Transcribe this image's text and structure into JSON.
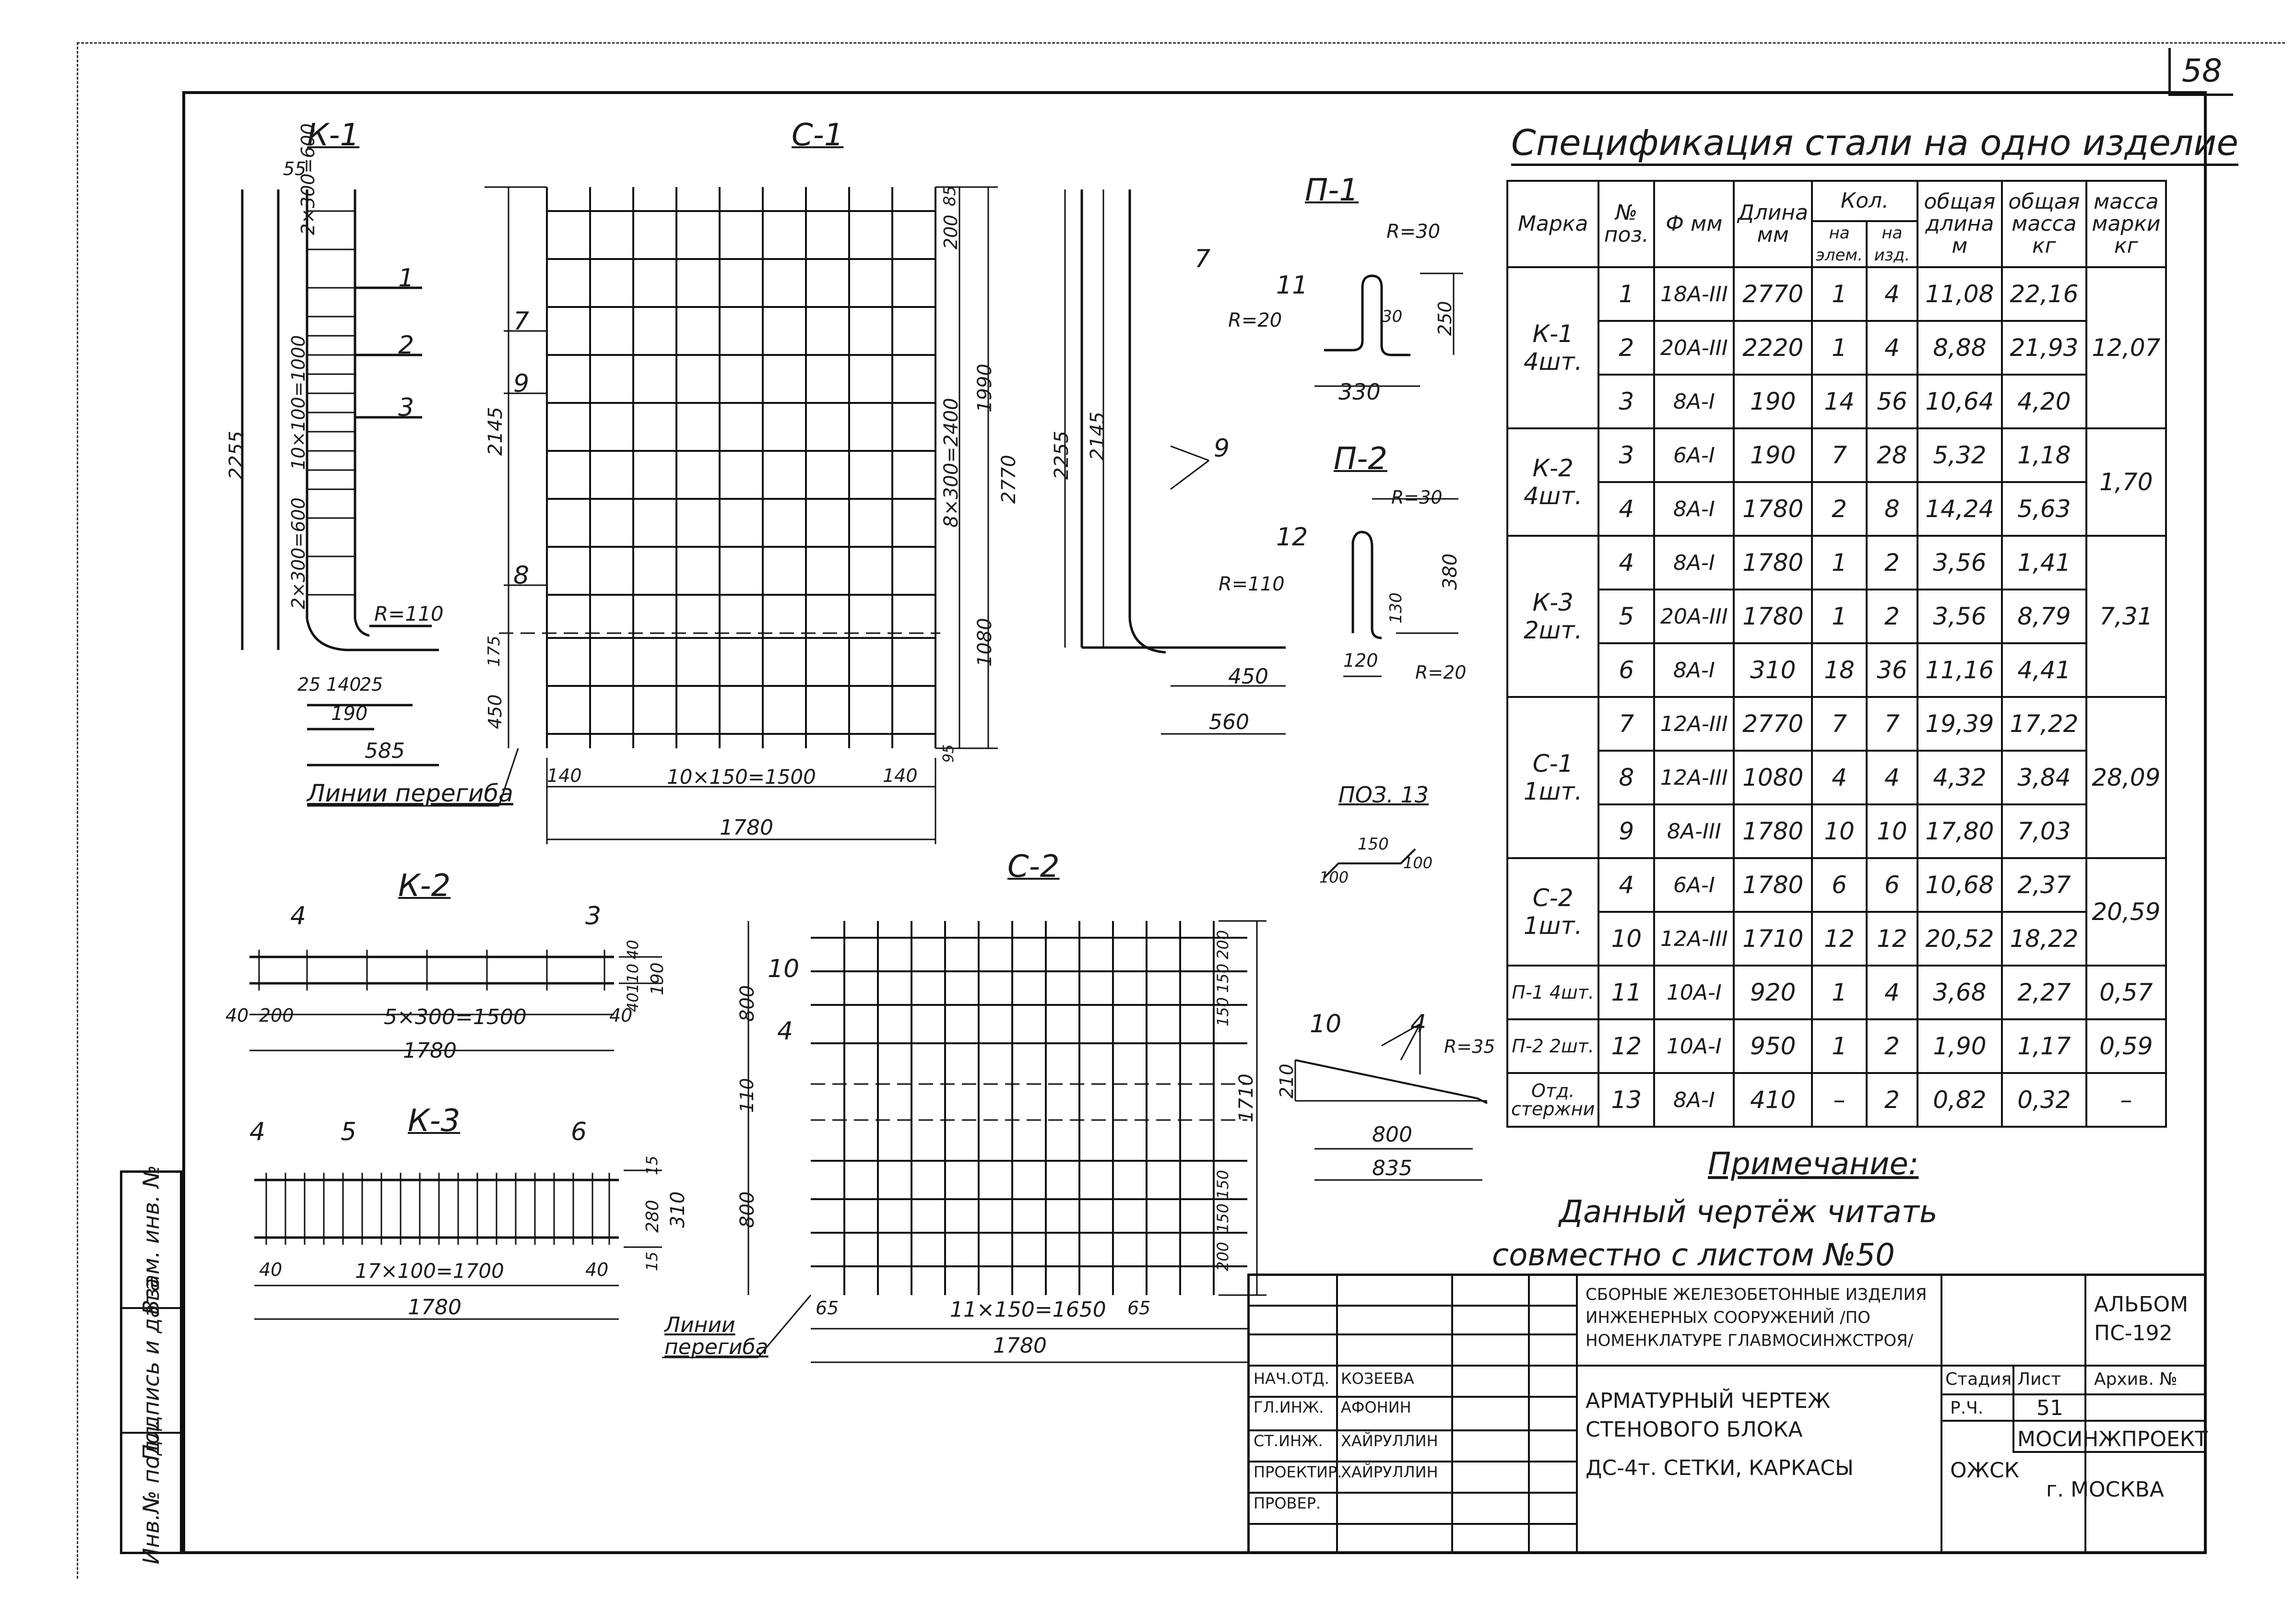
{
  "sheet_number": "58",
  "side_strip": [
    "Инв.№ подл.",
    "Подпись и дата",
    "Взам. инв. №"
  ],
  "views": {
    "k1": {
      "title": "К-1",
      "dims": [
        "55",
        "2×300=600",
        "10×100=1000",
        "2×300=600",
        "2255",
        "R=110",
        "25",
        "140",
        "25",
        "190",
        "585"
      ],
      "marks": [
        "1",
        "2",
        "3"
      ]
    },
    "c1": {
      "title": "С-1",
      "dims": [
        "200",
        "85",
        "1990",
        "8×300=2400",
        "2770",
        "1080",
        "2145",
        "175",
        "450",
        "95",
        "140",
        "10×150=1500",
        "140",
        "1780"
      ],
      "marks": [
        "7",
        "9",
        "8"
      ],
      "bend": "Линии перегиба"
    },
    "side": {
      "dims": [
        "2255",
        "2145",
        "R=110",
        "450",
        "560"
      ],
      "marks": [
        "7",
        "9"
      ]
    },
    "p1": {
      "title": "П-1",
      "dims": [
        "R=30",
        "R=20",
        "30",
        "250",
        "330"
      ],
      "marks": [
        "11"
      ]
    },
    "p2": {
      "title": "П-2",
      "dims": [
        "R=30",
        "380",
        "130",
        "120",
        "R=20"
      ],
      "marks": [
        "12"
      ]
    },
    "poz13": {
      "title": "ПОЗ. 13",
      "dims": [
        "100",
        "150",
        "100"
      ]
    },
    "k2": {
      "title": "К-2",
      "dims": [
        "40",
        "200",
        "5×300=1500",
        "40",
        "1780",
        "40",
        "110",
        "40",
        "190"
      ],
      "marks": [
        "4",
        "3"
      ]
    },
    "k3": {
      "title": "К-3",
      "dims": [
        "40",
        "17×100=1700",
        "40",
        "1780",
        "15",
        "280",
        "15",
        "310"
      ],
      "marks": [
        "4",
        "5",
        "6"
      ]
    },
    "c2": {
      "title": "С-2",
      "dims": [
        "800",
        "110",
        "800",
        "200",
        "150",
        "150",
        "150",
        "150",
        "200",
        "1710",
        "65",
        "11×150=1650",
        "65",
        "1780"
      ],
      "marks": [
        "10",
        "4"
      ],
      "bend": "Линии перегиба"
    },
    "detail": {
      "dims": [
        "210",
        "R=35",
        "800",
        "835"
      ],
      "marks": [
        "10",
        "4"
      ]
    }
  },
  "spec": {
    "title": "Спецификация стали на одно изделие",
    "headers": {
      "marka": "Марка",
      "poz": "№ поз.",
      "phi": "Ф мм",
      "len": "Длина мм",
      "kol": "Кол.",
      "kol_a": "на элем.",
      "kol_b": "на изд.",
      "total_len": "общая длина м",
      "total_mass": "общая масса кг",
      "mark_mass": "масса марки кг"
    },
    "groups": [
      {
        "mark": "К-1",
        "qty": "4шт.",
        "mass": "12,07",
        "rows": [
          [
            "1",
            "18А-III",
            "2770",
            "1",
            "4",
            "11,08",
            "22,16"
          ],
          [
            "2",
            "20А-III",
            "2220",
            "1",
            "4",
            "8,88",
            "21,93"
          ],
          [
            "3",
            "8А-I",
            "190",
            "14",
            "56",
            "10,64",
            "4,20"
          ]
        ]
      },
      {
        "mark": "К-2",
        "qty": "4шт.",
        "mass": "1,70",
        "rows": [
          [
            "3",
            "6А-I",
            "190",
            "7",
            "28",
            "5,32",
            "1,18"
          ],
          [
            "4",
            "8А-I",
            "1780",
            "2",
            "8",
            "14,24",
            "5,63"
          ]
        ]
      },
      {
        "mark": "К-3",
        "qty": "2шт.",
        "mass": "7,31",
        "rows": [
          [
            "4",
            "8А-I",
            "1780",
            "1",
            "2",
            "3,56",
            "1,41"
          ],
          [
            "5",
            "20А-III",
            "1780",
            "1",
            "2",
            "3,56",
            "8,79"
          ],
          [
            "6",
            "8А-I",
            "310",
            "18",
            "36",
            "11,16",
            "4,41"
          ]
        ]
      },
      {
        "mark": "С-1",
        "qty": "1шт.",
        "mass": "28,09",
        "rows": [
          [
            "7",
            "12А-III",
            "2770",
            "7",
            "7",
            "19,39",
            "17,22"
          ],
          [
            "8",
            "12А-III",
            "1080",
            "4",
            "4",
            "4,32",
            "3,84"
          ],
          [
            "9",
            "8А-III",
            "1780",
            "10",
            "10",
            "17,80",
            "7,03"
          ]
        ]
      },
      {
        "mark": "С-2",
        "qty": "1шт.",
        "mass": "20,59",
        "rows": [
          [
            "4",
            "6А-I",
            "1780",
            "6",
            "6",
            "10,68",
            "2,37"
          ],
          [
            "10",
            "12А-III",
            "1710",
            "12",
            "12",
            "20,52",
            "18,22"
          ]
        ]
      },
      {
        "mark": "П-1 4шт.",
        "qty": "",
        "mass": "0,57",
        "rows": [
          [
            "11",
            "10А-I",
            "920",
            "1",
            "4",
            "3,68",
            "2,27"
          ]
        ]
      },
      {
        "mark": "П-2 2шт.",
        "qty": "",
        "mass": "0,59",
        "rows": [
          [
            "12",
            "10А-I",
            "950",
            "1",
            "2",
            "1,90",
            "1,17"
          ]
        ]
      },
      {
        "mark": "Отд. стержни",
        "qty": "",
        "mass": "–",
        "rows": [
          [
            "13",
            "8А-I",
            "410",
            "–",
            "2",
            "0,82",
            "0,32"
          ]
        ]
      }
    ]
  },
  "note": {
    "title": "Примечание:",
    "line1": "Данный чертёж читать",
    "line2": "совместно с листом №50"
  },
  "title_block": {
    "project": "СБОРНЫЕ ЖЕЛЕЗОБЕТОННЫЕ ИЗДЕЛИЯ ИНЖЕНЕРНЫХ СООРУЖЕНИЙ /ПО НОМЕНКЛАТУРЕ ГЛАВМОСИНЖСТРОЯ/",
    "album": "АЛЬБОМ ПС-192",
    "roles": [
      {
        "role": "НАЧ.ОТД.",
        "name": "КОЗЕЕВА"
      },
      {
        "role": "ГЛ.ИНЖ.",
        "name": "АФОНИН"
      },
      {
        "role": "СТ.ИНЖ.",
        "name": "ХАЙРУЛЛИН"
      },
      {
        "role": "ПРОЕКТИР.",
        "name": "ХАЙРУЛЛИН"
      },
      {
        "role": "ПРОВЕР.",
        "name": ""
      }
    ],
    "sheet_title": [
      "АРМАТУРНЫЙ ЧЕРТЕЖ",
      "СТЕНОВОГО БЛОКА",
      "ДС-4т. СЕТКИ, КАРКАСЫ"
    ],
    "stage_label": "Стадия",
    "stage": "Р.Ч.",
    "sheet_label": "Лист",
    "sheet": "51",
    "archive_label": "Архив. №",
    "dept": "ОЖСК",
    "org": "МОСИНЖПРОЕКТ",
    "city": "г. МОСКВА"
  }
}
